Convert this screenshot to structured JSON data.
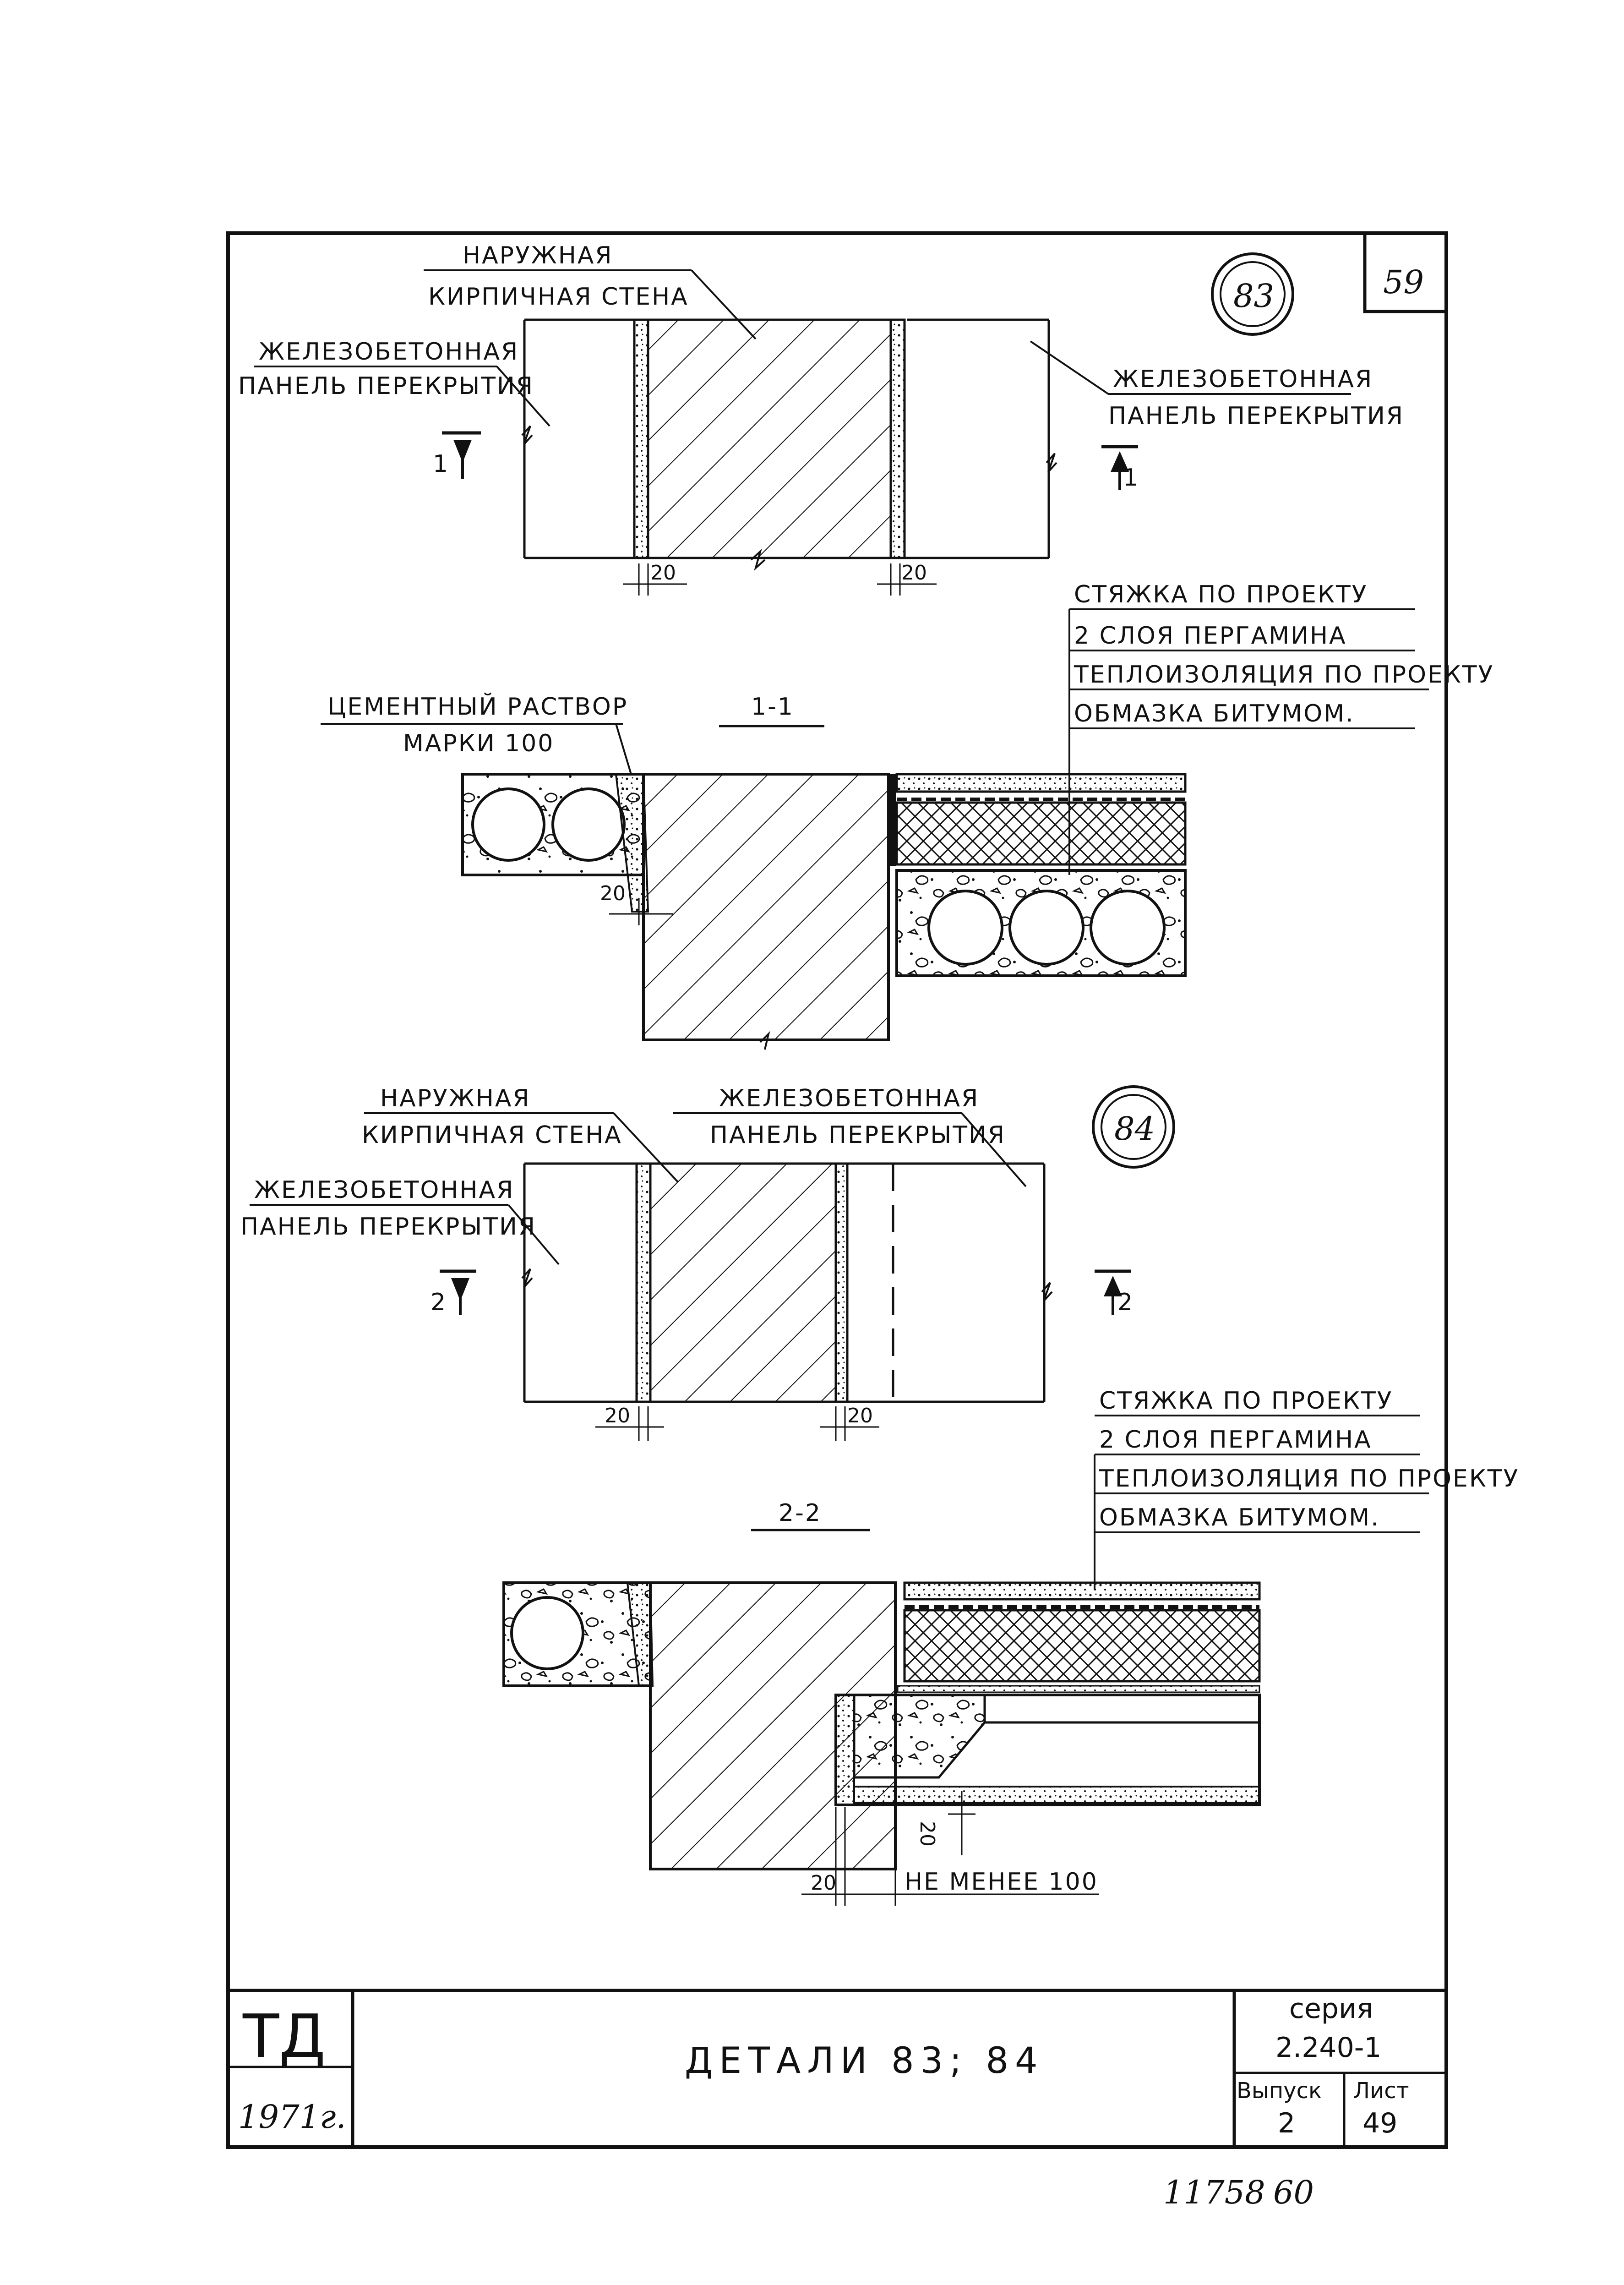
{
  "sheet_no": "59",
  "detail83": {
    "number": "83",
    "wall_label_1": "НАРУЖНАЯ",
    "wall_label_2": "КИРПИЧНАЯ СТЕНА",
    "panel_left_1": "ЖЕЛЕЗОБЕТОННАЯ",
    "panel_left_2": "ПАНЕЛЬ ПЕРЕКРЫТИЯ",
    "panel_right_1": "ЖЕЛЕЗОБЕТОННАЯ",
    "panel_right_2": "ПАНЕЛЬ ПЕРЕКРЫТИЯ",
    "cut_left": "1",
    "cut_right": "1",
    "dim_left": "20",
    "dim_right": "20"
  },
  "section11": {
    "title": "1-1",
    "mortar_1": "ЦЕМЕНТНЫЙ РАСТВОР",
    "mortar_2": "МАРКИ 100",
    "layers": [
      "СТЯЖКА ПО ПРОЕКТУ",
      "2 СЛОЯ ПЕРГАМИНА",
      "ТЕПЛОИЗОЛЯЦИЯ ПО ПРОЕКТУ",
      "ОБМАЗКА БИТУМОМ."
    ],
    "dim": "20"
  },
  "detail84": {
    "number": "84",
    "wall_label_1": "НАРУЖНАЯ",
    "wall_label_2": "КИРПИЧНАЯ СТЕНА",
    "panel_top_1": "ЖЕЛЕЗОБЕТОННАЯ",
    "panel_top_2": "ПАНЕЛЬ ПЕРЕКРЫТИЯ",
    "panel_left_1": "ЖЕЛЕЗОБЕТОННАЯ",
    "panel_left_2": "ПАНЕЛЬ ПЕРЕКРЫТИЯ",
    "cut_left": "2",
    "cut_right": "2",
    "dim_left": "20",
    "dim_right": "20"
  },
  "section22": {
    "title": "2-2",
    "layers": [
      "СТЯЖКА ПО ПРОЕКТУ",
      "2 СЛОЯ ПЕРГАМИНА",
      "ТЕПЛОИЗОЛЯЦИЯ ПО ПРОЕКТУ",
      "ОБМАЗКА БИТУМОМ."
    ],
    "dim_vert": "20",
    "dim_bottom": "20",
    "min_note": "НЕ МЕНЕЕ 100"
  },
  "title_block": {
    "mark": "ТД",
    "year": "1971г.",
    "title": "ДЕТАЛИ 83; 84",
    "series_label": "серия",
    "series": "2.240-1",
    "issue_label": "Выпуск",
    "issue": "2",
    "sheet_label": "Лист",
    "sheet": "49"
  },
  "footer": {
    "code": "11758",
    "page": "60"
  }
}
